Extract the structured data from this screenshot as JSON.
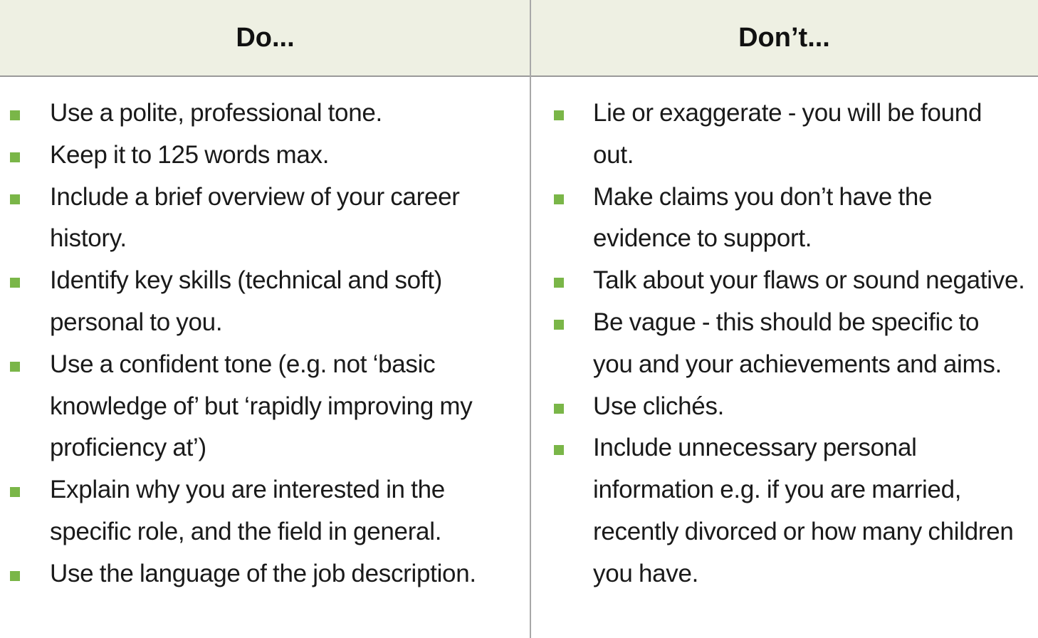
{
  "table": {
    "header_do": "Do...",
    "header_dont": "Don’t...",
    "do_items": [
      "Use a polite, professional tone.",
      "Keep it to 125 words max.",
      "Include a brief overview of your career\nhistory.",
      "Identify key skills (technical and soft)\npersonal to you.",
      "Use a confident tone (e.g. not ‘basic\nknowledge of’ but ‘rapidly improving my\nproficiency at’)",
      "Explain why you are interested in the\nspecific role, and the field in general.",
      "Use the language of the job description."
    ],
    "dont_items": [
      "Lie or exaggerate - you will be found\nout.",
      "Make claims you don’t have the\nevidence to support.",
      "Talk about your flaws or sound negative.",
      "Be vague - this should be specific to\nyou and your achievements and aims.",
      "Use clichés.",
      "Include unnecessary personal\ninformation e.g. if you are married,\nrecently divorced or how many children\nyou have."
    ]
  },
  "colors": {
    "header_bg": "#eef0e3",
    "bullet": "#7ab648",
    "divider": "#a8a8a8"
  }
}
